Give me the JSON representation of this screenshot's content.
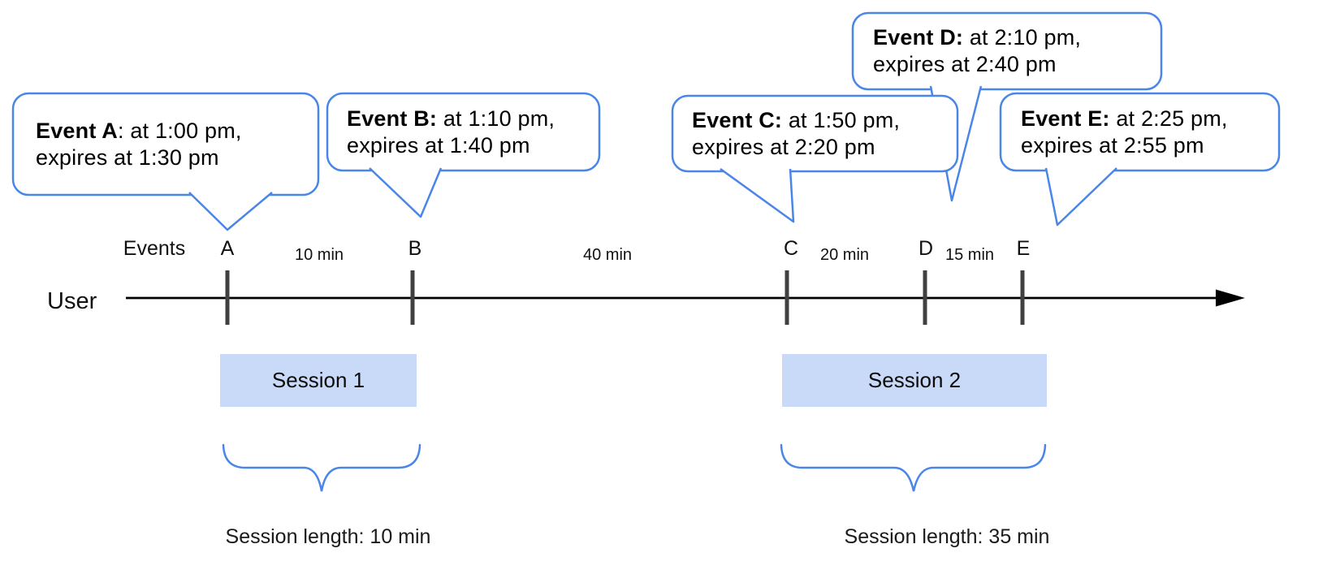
{
  "colors": {
    "accent_blue": "#4a86e8",
    "session_fill": "#c9daf8",
    "tick_color": "#404040",
    "timeline_color": "#000000"
  },
  "timeline": {
    "user_label": "User",
    "events_label": "Events",
    "marks": [
      {
        "letter": "A"
      },
      {
        "letter": "B"
      },
      {
        "letter": "C"
      },
      {
        "letter": "D"
      },
      {
        "letter": "E"
      }
    ],
    "intervals": [
      {
        "label": "10 min"
      },
      {
        "label": "40 min"
      },
      {
        "label": "20 min"
      },
      {
        "label": "15 min"
      }
    ]
  },
  "bubbles": [
    {
      "event": "A",
      "bold": "Event A",
      "line1_rest": ": at 1:00 pm,",
      "line2": "expires at 1:30 pm"
    },
    {
      "event": "B",
      "bold": "Event B:",
      "line1_rest": " at 1:10 pm,",
      "line2": "expires at 1:40 pm"
    },
    {
      "event": "C",
      "bold": "Event C:",
      "line1_rest": " at 1:50 pm,",
      "line2": "expires at 2:20 pm"
    },
    {
      "event": "D",
      "bold": "Event D:",
      "line1_rest": " at 2:10 pm,",
      "line2": "expires at 2:40 pm"
    },
    {
      "event": "E",
      "bold": "Event E:",
      "line1_rest": " at 2:25 pm,",
      "line2": "expires at 2:55 pm"
    }
  ],
  "sessions": [
    {
      "label": "Session 1",
      "length_label": "Session length: 10 min"
    },
    {
      "label": "Session 2",
      "length_label": "Session length: 35 min"
    }
  ]
}
